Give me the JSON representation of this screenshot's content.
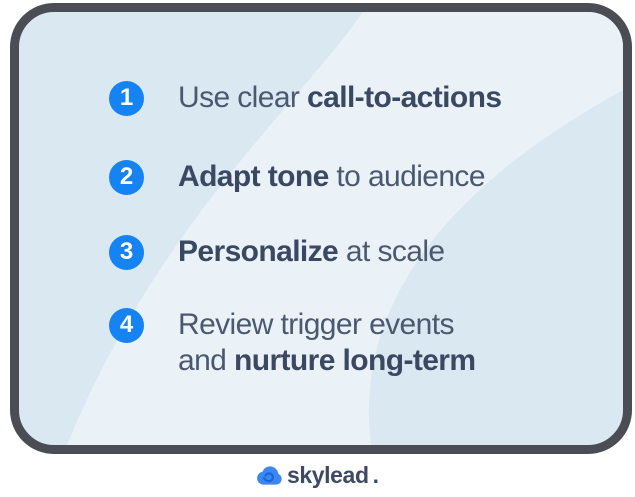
{
  "card": {
    "items": [
      {
        "number": "1",
        "pre": "Use clear ",
        "bold": "call-to-actions",
        "post": ""
      },
      {
        "number": "2",
        "pre": "",
        "bold": "Adapt tone",
        "post": " to audience"
      },
      {
        "number": "3",
        "pre": "",
        "bold": "Personalize",
        "post": " at scale"
      },
      {
        "number": "4",
        "line1": "Review trigger events",
        "line2_pre": "and ",
        "line2_bold": "nurture long-term"
      }
    ]
  },
  "footer": {
    "brand": "skylead",
    "dot": "."
  },
  "colors": {
    "accent_blue": "#1583f1",
    "text_regular": "#4a5870",
    "text_bold": "#3a4862",
    "card_background": "#d9e8f1",
    "card_band": "#eaf2f8",
    "card_border": "#4a4e54",
    "logo_blue": "#3b87f3",
    "logo_swirl_blue": "#1c64d4",
    "page_background": "#ffffff"
  },
  "icons": {
    "cloud_icon": "skylead-cloud-logo"
  }
}
